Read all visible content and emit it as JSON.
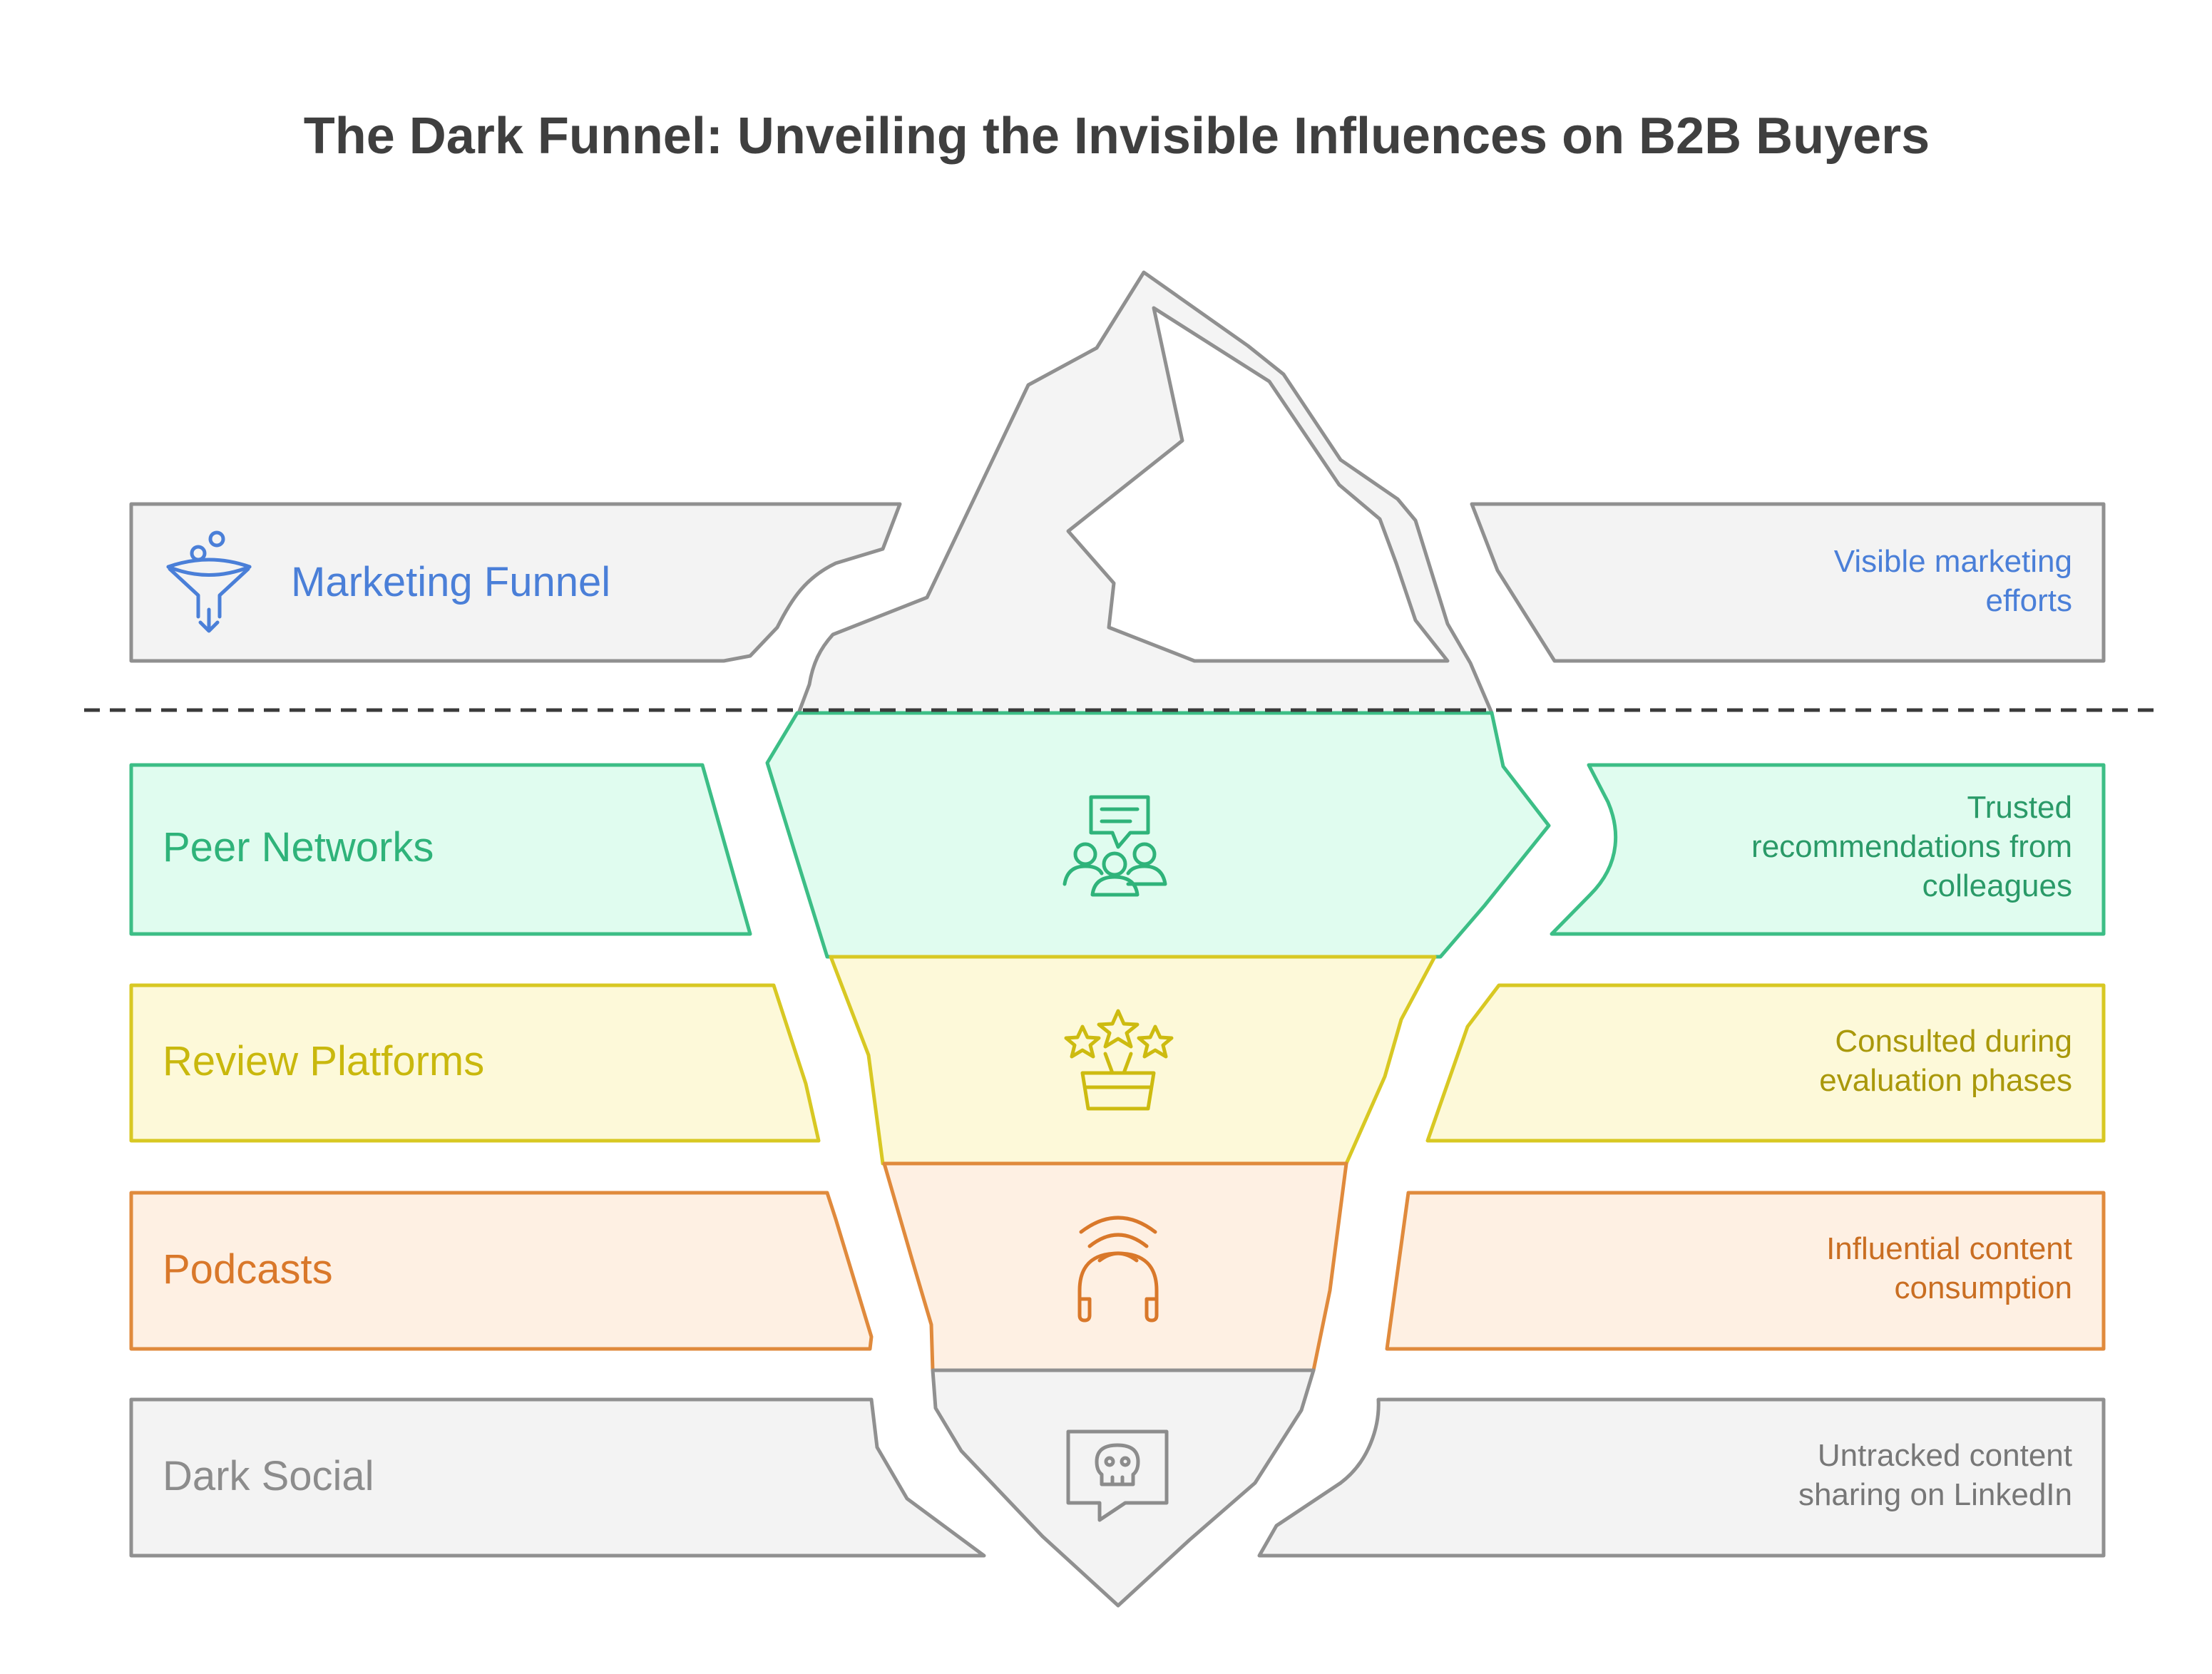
{
  "title": "The Dark Funnel: Unveiling the Invisible Influences on B2B Buyers",
  "colors": {
    "marketing": "#4a7fd8",
    "peer": "#2fb37a",
    "review": "#cdbb10",
    "podcast": "#d9782a",
    "dark": "#8c8c8c",
    "outline": "#909090",
    "divider": "#3a3a3a"
  },
  "layers": [
    {
      "id": "marketing",
      "label": "Marketing Funnel",
      "description": [
        "Visible marketing",
        "efforts"
      ],
      "icon": "funnel-icon"
    },
    {
      "id": "peer",
      "label": "Peer Networks",
      "description": [
        "Trusted",
        "recommendations from",
        "colleagues"
      ],
      "icon": "people-chat-icon"
    },
    {
      "id": "review",
      "label": "Review Platforms",
      "description": [
        "Consulted during",
        "evaluation phases"
      ],
      "icon": "star-basket-icon"
    },
    {
      "id": "podcast",
      "label": "Podcasts",
      "description": [
        "Influential content",
        "consumption"
      ],
      "icon": "headphones-icon"
    },
    {
      "id": "dark",
      "label": "Dark Social",
      "description": [
        "Untracked content",
        "sharing on LinkedIn"
      ],
      "icon": "skull-chat-icon"
    }
  ]
}
